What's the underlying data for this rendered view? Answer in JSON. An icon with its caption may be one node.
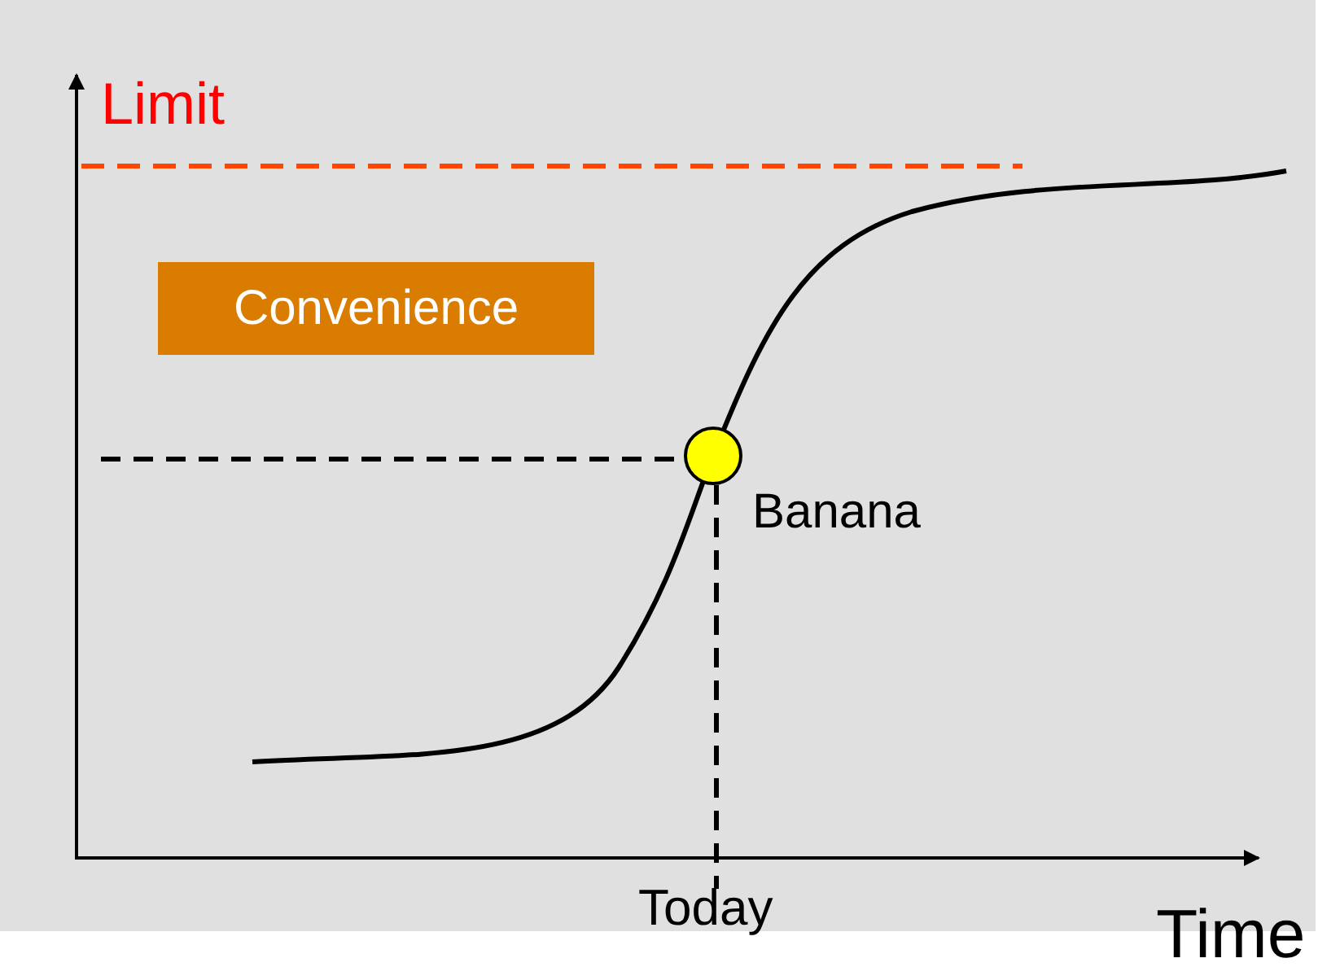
{
  "diagram": {
    "nodes": [
      {
        "text": [
          "Convenience"
        ]
      },
      {
        "text": [],
        "shape": "circle",
        "beside": [
          "Banana"
        ]
      }
    ],
    "edges": [],
    "labels": [
      "Limit",
      "Today",
      "Time"
    ]
  }
}
